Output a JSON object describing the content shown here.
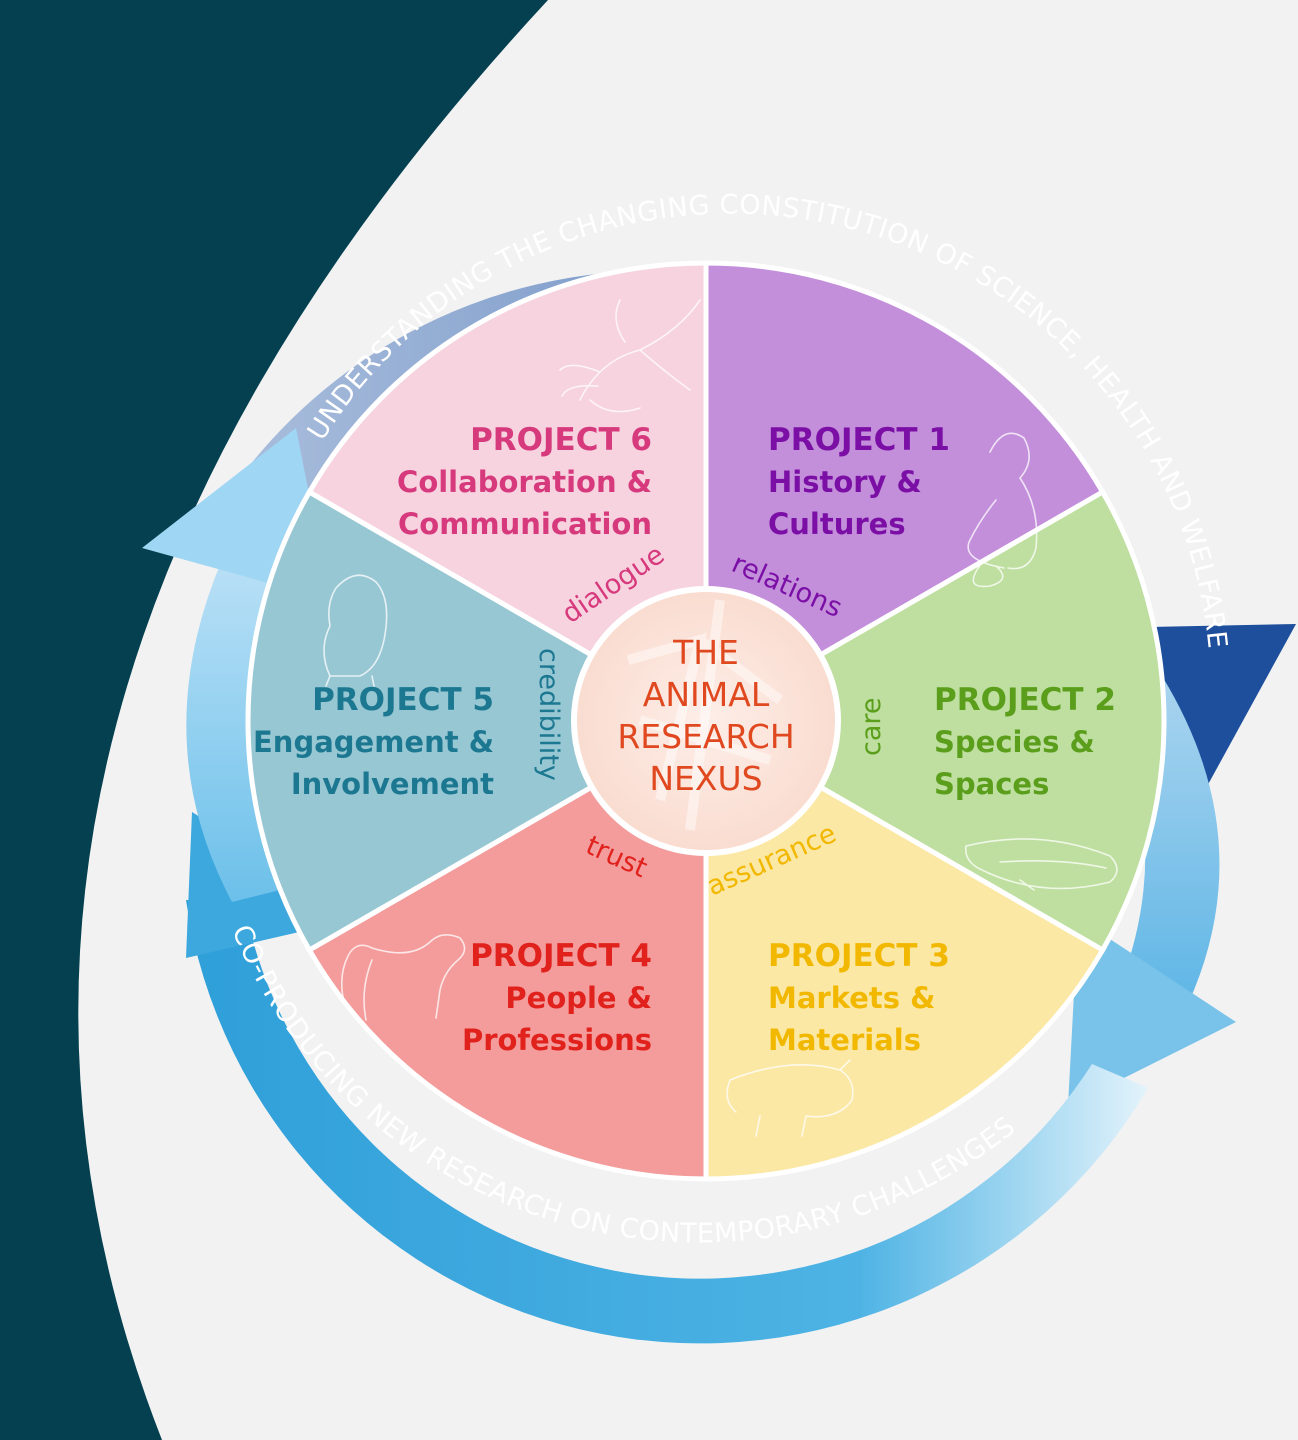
{
  "center": {
    "lines": [
      "THE",
      "ANIMAL",
      "RESEARCH",
      "NEXUS"
    ]
  },
  "outer_arcs": {
    "top": "UNDERSTANDING THE CHANGING CONSTITUTION OF SCIENCE, HEALTH AND WELFARE",
    "bottom": "CO-PRODUCING NEW RESEARCH ON CONTEMPORARY CHALLENGES"
  },
  "projects": [
    {
      "title": "PROJECT 1",
      "line1": "History &",
      "line2": "Cultures",
      "keyword": "relations",
      "color": "#7b0fa5",
      "fill": "#c38fdb",
      "animal": "monkey-sketch"
    },
    {
      "title": "PROJECT 2",
      "line1": "Species &",
      "line2": "Spaces",
      "keyword": "care",
      "color": "#5a9e1c",
      "fill": "#bedf9f",
      "animal": "fish-sketch"
    },
    {
      "title": "PROJECT 3",
      "line1": "Markets &",
      "line2": "Materials",
      "keyword": "assurance",
      "color": "#f2b800",
      "fill": "#fbe8a5",
      "animal": "pig-sketch"
    },
    {
      "title": "PROJECT 4",
      "line1": "People &",
      "line2": "Professions",
      "keyword": "trust",
      "color": "#e0211c",
      "fill": "#f49c9c",
      "animal": "dog-sketch"
    },
    {
      "title": "PROJECT 5",
      "line1": "Engagement &",
      "line2": "Involvement",
      "keyword": "credibility",
      "color": "#1c7891",
      "fill": "#98c7d4",
      "animal": "mouse-sketch"
    },
    {
      "title": "PROJECT 6",
      "line1": "Collaboration &",
      "line2": "Communication",
      "keyword": "dialogue",
      "color": "#d6397c",
      "fill": "#f7d2df",
      "animal": "axolotl-sketch"
    }
  ],
  "colors": {
    "background_dark": "#04404f",
    "background_light": "#f2f2f3",
    "top_arrow_dark": "#1d4f9c",
    "bottom_arrow": "#3eaadf",
    "center_text": "#e0481f"
  }
}
